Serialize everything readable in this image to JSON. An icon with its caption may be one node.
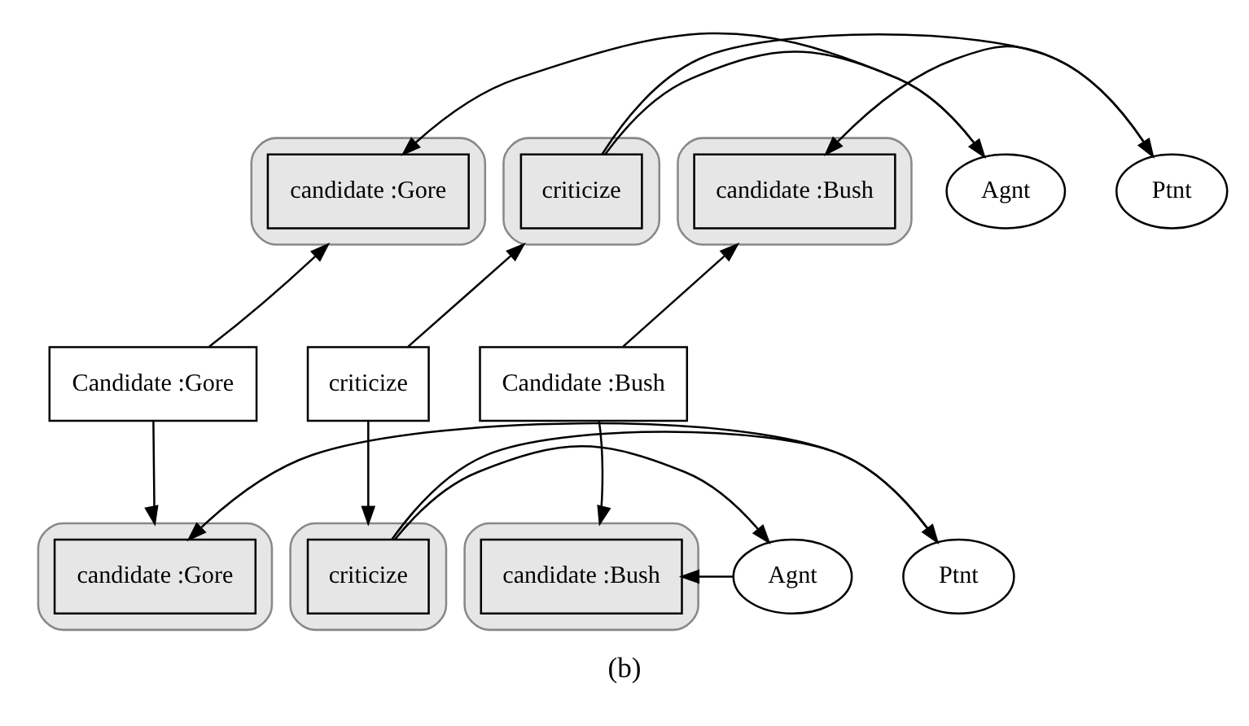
{
  "diagram": {
    "caption": "(b)",
    "nodes": [
      {
        "text": [],
        "shape": "cloud"
      },
      {
        "text": [
          "candidate :Gore"
        ],
        "in": 0
      },
      {
        "text": [
          "Agnt"
        ]
      },
      {
        "text": [],
        "shape": "cloud"
      },
      {
        "text": [
          "criticize"
        ],
        "in": 3
      },
      {
        "text": [
          "Ptnt"
        ]
      },
      {
        "text": [],
        "shape": "cloud"
      },
      {
        "text": [
          "candidate :Bush"
        ],
        "in": 6
      },
      {
        "text": [
          "Candidate :Gore"
        ]
      },
      {
        "text": [
          "criticize"
        ]
      },
      {
        "text": [
          "Candidate :Bush"
        ]
      },
      {
        "text": [],
        "shape": "cloud"
      },
      {
        "text": [
          "candidate :Bush"
        ],
        "in": 11
      },
      {
        "text": [
          "Agnt"
        ]
      },
      {
        "text": [],
        "shape": "cloud"
      },
      {
        "text": [
          "criticize"
        ],
        "in": 14
      },
      {
        "text": [
          "Ptnt"
        ]
      },
      {
        "text": [],
        "shape": "cloud"
      },
      {
        "text": [
          "candidate :Gore"
        ],
        "in": 17
      }
    ],
    "edges": [
      {
        "from": 2,
        "to": 1,
        "arrow": "to"
      },
      {
        "from": 4,
        "to": 2,
        "arrow": "to"
      },
      {
        "from": 4,
        "to": 5,
        "arrow": "to"
      },
      {
        "from": 5,
        "to": 7,
        "arrow": "to"
      },
      {
        "from": 8,
        "to": 0,
        "arrow": "to"
      },
      {
        "from": 9,
        "to": 3,
        "arrow": "to"
      },
      {
        "from": 10,
        "to": 6,
        "arrow": "to"
      },
      {
        "from": 8,
        "to": 17,
        "arrow": "to"
      },
      {
        "from": 9,
        "to": 14,
        "arrow": "to"
      },
      {
        "from": 10,
        "to": 11,
        "arrow": "to"
      },
      {
        "from": 13,
        "to": 12,
        "arrow": "to"
      },
      {
        "from": 15,
        "to": 13,
        "arrow": "to"
      },
      {
        "from": 15,
        "to": 16,
        "arrow": "to"
      },
      {
        "from": 16,
        "to": 18,
        "arrow": "to"
      }
    ]
  }
}
